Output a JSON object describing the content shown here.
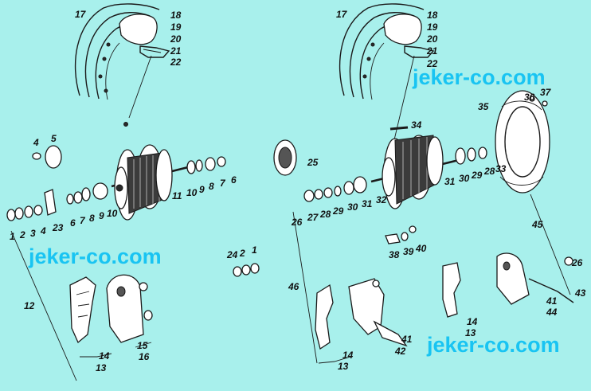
{
  "watermark": "jeker-co.com",
  "labels": [
    "1",
    "2",
    "3",
    "4",
    "5",
    "6",
    "7",
    "8",
    "9",
    "10",
    "11",
    "12",
    "13",
    "14",
    "15",
    "16",
    "17",
    "18",
    "19",
    "20",
    "21",
    "22",
    "23",
    "24",
    "25",
    "26",
    "27",
    "28",
    "29",
    "30",
    "31",
    "32",
    "33",
    "34",
    "35",
    "36",
    "37",
    "38",
    "39",
    "40",
    "41",
    "42",
    "43",
    "44",
    "45",
    "46"
  ],
  "colors": {
    "background": "#a8f0ec",
    "watermark": "#19c4f2",
    "ink": "#1a1a1a"
  }
}
